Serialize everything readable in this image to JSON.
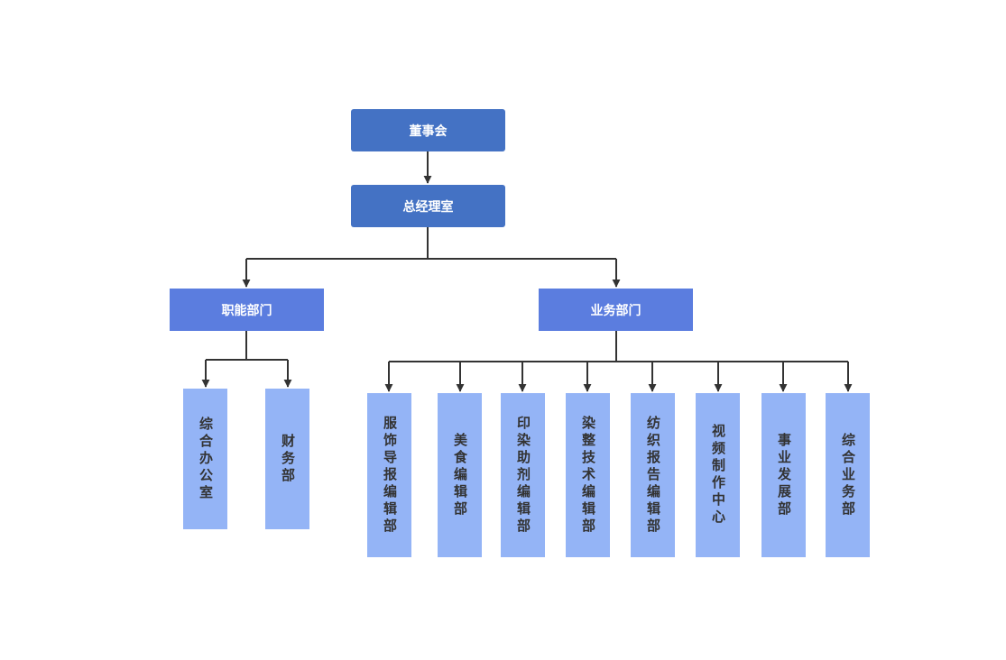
{
  "org_chart": {
    "root": {
      "label": "董事会"
    },
    "management": {
      "label": "总经理室"
    },
    "departments": [
      {
        "label": "职能部门",
        "children": [
          "综合办公室",
          "财务部"
        ]
      },
      {
        "label": "业务部门",
        "children": [
          "服饰导报编辑部",
          "美食编辑部",
          "印染助剂编辑部",
          "染整技术编辑部",
          "纺织报告编辑部",
          "视频制作中心",
          "事业发展部",
          "综合业务部"
        ]
      }
    ]
  },
  "colors": {
    "top_box": "#4472c4",
    "department_box": "#5b7ddf",
    "unit_box": "#94b4f6",
    "unit_text": "#333333",
    "connector": "#333333"
  }
}
